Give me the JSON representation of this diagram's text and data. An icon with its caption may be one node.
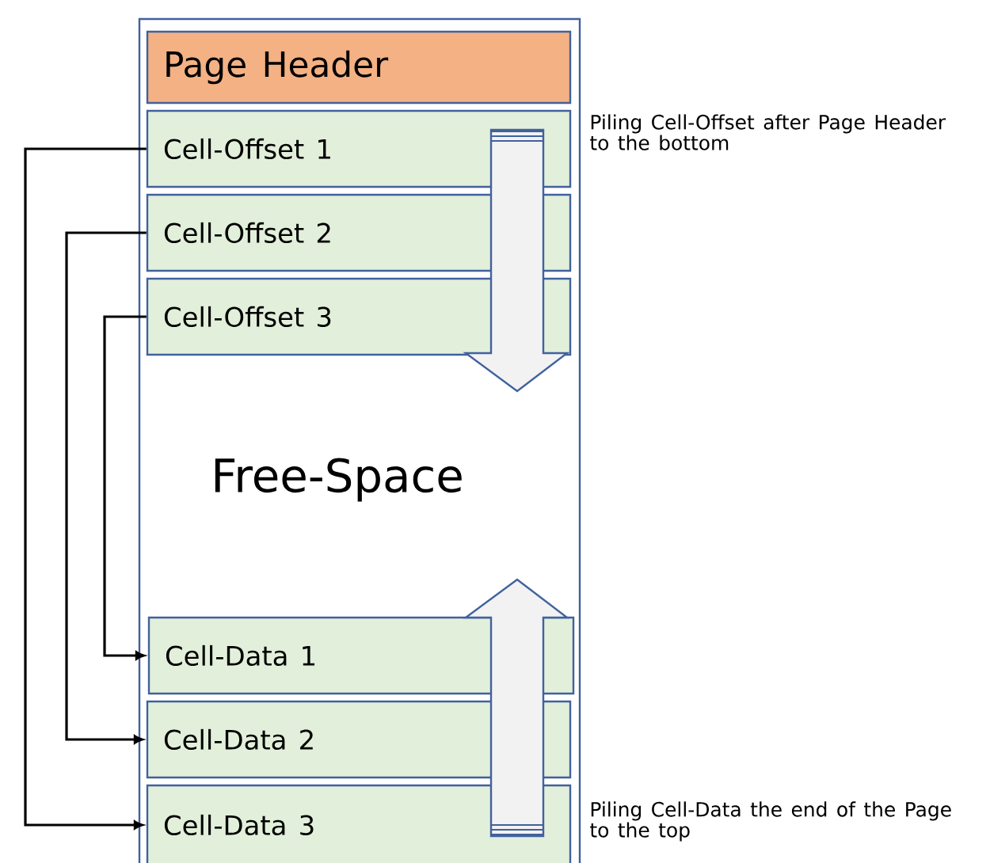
{
  "diagram": {
    "nodes": [
      {
        "text": [
          "Free-Space"
        ]
      },
      {
        "text": [
          "Page Header"
        ],
        "in": 0
      },
      {
        "text": [
          "Cell-Offset 1"
        ],
        "in": 0
      },
      {
        "text": [
          "Cell-Offset 2"
        ],
        "in": 0
      },
      {
        "text": [
          "Cell-Offset 3"
        ],
        "in": 0
      },
      {
        "text": [
          "Cell-Data 1"
        ],
        "in": 0
      },
      {
        "text": [
          "Cell-Data 2"
        ],
        "in": 0
      },
      {
        "text": [
          "Cell-Data 3"
        ],
        "in": 0
      }
    ],
    "edges": [
      {
        "from": 2,
        "to": 7,
        "arrow": "to"
      },
      {
        "from": 3,
        "to": 6,
        "arrow": "to"
      },
      {
        "from": 4,
        "to": 5,
        "arrow": "to"
      }
    ],
    "labels": [
      "Piling Cell-Offset after Page Header to the bottom",
      "Piling Cell-Data the end of the Page to the top"
    ]
  }
}
